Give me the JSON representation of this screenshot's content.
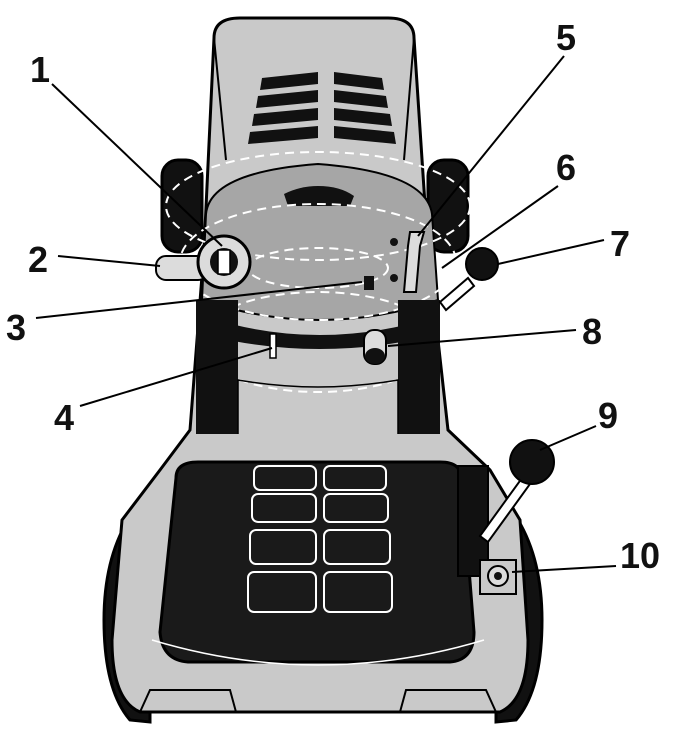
{
  "colors": {
    "body": "#c9c9c9",
    "body_dark": "#a6a6a6",
    "black": "#111111",
    "seat": "#1a1a1a",
    "outline": "#000000",
    "dash": "#ffffff",
    "background": "#ffffff"
  },
  "callouts": [
    {
      "id": "1",
      "label": "1"
    },
    {
      "id": "2",
      "label": "2"
    },
    {
      "id": "3",
      "label": "3"
    },
    {
      "id": "4",
      "label": "4"
    },
    {
      "id": "5",
      "label": "5"
    },
    {
      "id": "6",
      "label": "6"
    },
    {
      "id": "7",
      "label": "7"
    },
    {
      "id": "8",
      "label": "8"
    },
    {
      "id": "9",
      "label": "9"
    },
    {
      "id": "10",
      "label": "10"
    }
  ]
}
